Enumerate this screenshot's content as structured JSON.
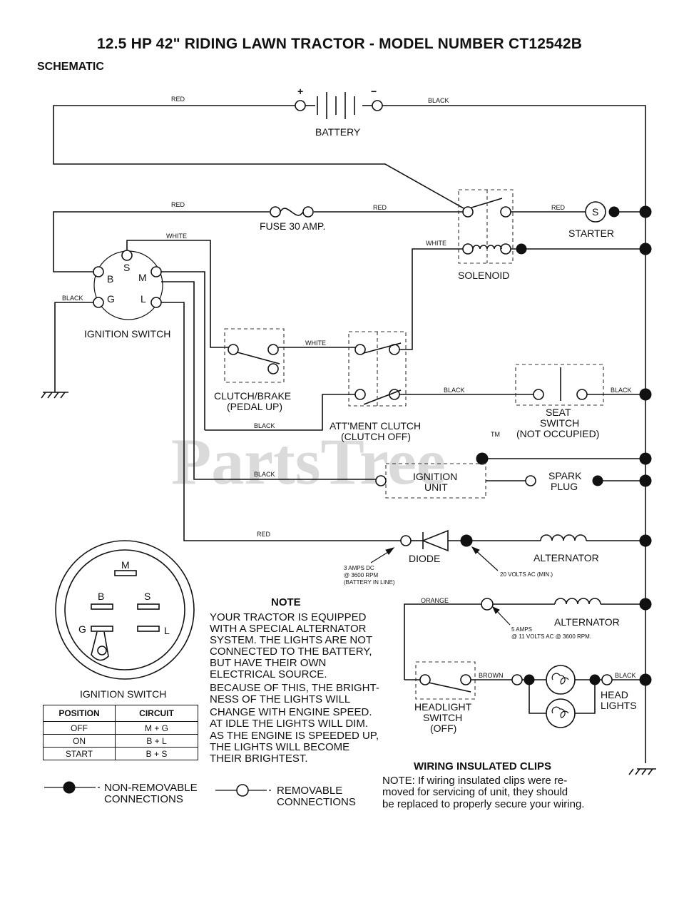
{
  "title": "12.5 HP 42\" RIDING LAWN TRACTOR - MODEL NUMBER CT12542B",
  "subtitle": "SCHEMATIC",
  "watermark": {
    "text": "PartsTree",
    "tm": "TM"
  },
  "components": {
    "battery": "BATTERY",
    "fuse": "FUSE 30 AMP.",
    "starter": "STARTER",
    "starter_s": "S",
    "solenoid": "SOLENOID",
    "ignition_switch": "IGNITION SWITCH",
    "clutch_brake": [
      "CLUTCH/BRAKE",
      "(PEDAL UP)"
    ],
    "attachment_clutch": [
      "ATT'MENT CLUTCH",
      "(CLUTCH OFF)"
    ],
    "seat_switch": [
      "SEAT",
      "SWITCH",
      "(NOT OCCUPIED)"
    ],
    "ignition_unit": [
      "IGNITION",
      "UNIT"
    ],
    "spark_plug": [
      "SPARK",
      "PLUG"
    ],
    "diode": "DIODE",
    "alternator1": "ALTERNATOR",
    "alternator2": "ALTERNATOR",
    "headlight_switch": [
      "HEADLIGHT",
      "SWITCH",
      "(OFF)"
    ],
    "head_lights": [
      "HEAD",
      "LIGHTS"
    ]
  },
  "terminals": {
    "b": "B",
    "s": "S",
    "m": "M",
    "g": "G",
    "l": "L"
  },
  "battery_signs": {
    "plus": "+",
    "minus": "−"
  },
  "wires": {
    "red": "RED",
    "black": "BLACK",
    "white": "WHITE",
    "orange": "ORANGE",
    "brown": "BROWN"
  },
  "specs": {
    "diode_in": [
      "3 AMPS DC",
      "@ 3600 RPM",
      "(BATTERY IN LINE)"
    ],
    "diode_out": "20 VOLTS AC (MIN.)",
    "alt2": [
      "5 AMPS",
      "@ 11 VOLTS AC @ 3600 RPM."
    ]
  },
  "ignition_diagram": {
    "caption": "IGNITION SWITCH",
    "table": {
      "headers": [
        "POSITION",
        "CIRCUIT"
      ],
      "rows": [
        [
          "OFF",
          "M + G"
        ],
        [
          "ON",
          "B + L"
        ],
        [
          "START",
          "B + S"
        ]
      ]
    }
  },
  "note": {
    "heading": "NOTE",
    "lines": [
      "YOUR TRACTOR IS EQUIPPED",
      "WITH A SPECIAL ALTERNATOR",
      "SYSTEM.  THE LIGHTS ARE NOT",
      "CONNECTED TO  THE BATTERY,",
      "BUT HAVE THEIR OWN",
      "ELECTRICAL SOURCE.",
      "BECAUSE OF THIS, THE BRIGHT-",
      "NESS OF THE LIGHTS WILL",
      "CHANGE WITH ENGINE SPEED.",
      "AT IDLE THE LIGHTS WILL DIM.",
      "AS THE ENGINE IS SPEEDED UP,",
      "THE LIGHTS WILL BECOME",
      "THEIR BRIGHTEST."
    ]
  },
  "legend": {
    "non_removable": [
      "NON-REMOVABLE",
      "CONNECTIONS"
    ],
    "removable": [
      "REMOVABLE",
      "CONNECTIONS"
    ]
  },
  "clips": {
    "heading": "WIRING INSULATED CLIPS",
    "lines": [
      "NOTE: If wiring insulated clips  were  re-",
      "moved  for servicing  of  unit,  they should",
      "be replaced to properly secure your wiring."
    ]
  }
}
